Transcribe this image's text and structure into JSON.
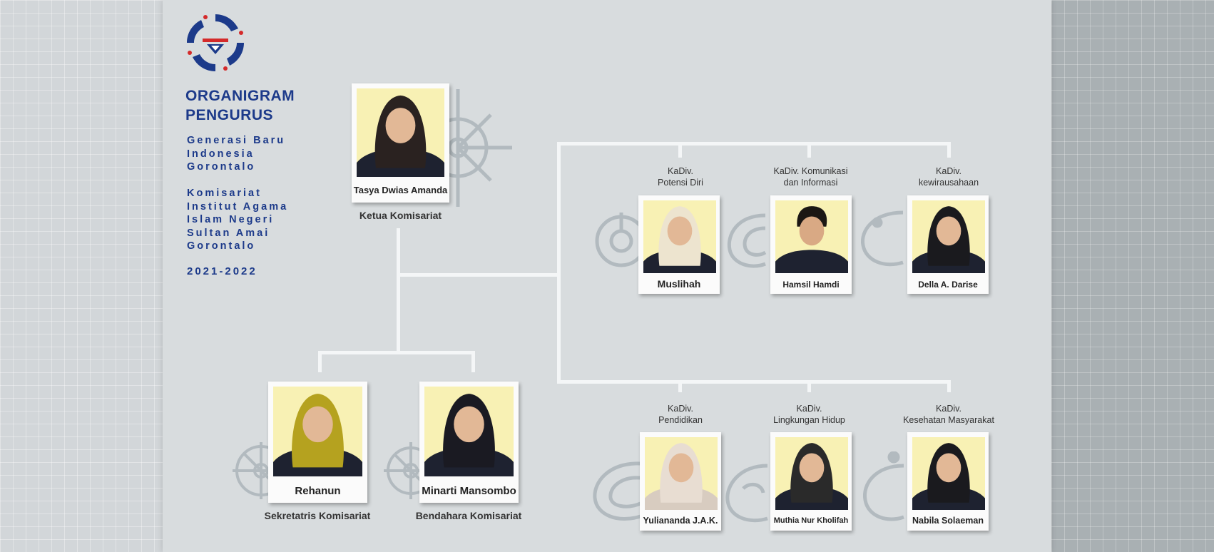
{
  "header": {
    "title_line1": "ORGANIGRAM",
    "title_line2": "PENGURUS",
    "org_line1": "Generasi Baru",
    "org_line2": "Indonesia",
    "org_line3": "Gorontalo",
    "branch_line1": "Komisariat",
    "branch_line2": "Institut Agama",
    "branch_line3": "Islam Negeri",
    "branch_line4": "Sultan Amai",
    "branch_line5": "Gorontalo",
    "period": "2021-2022"
  },
  "chair": {
    "name": "Tasya Dwias Amanda",
    "role": "Ketua Komisariat",
    "hijab_color": "#2a2220",
    "shirt_color": "#1e2230"
  },
  "secretary": {
    "name": "Rehanun",
    "role": "Sekretatris Komisariat",
    "hijab_color": "#b5a21f",
    "shirt_color": "#1e2230"
  },
  "treasurer": {
    "name": "Minarti Mansombo",
    "role": "Bendahara Komisariat",
    "hijab_color": "#1a1a22",
    "shirt_color": "#1e2230"
  },
  "divisions_top": [
    {
      "title_line1": "KaDiv.",
      "title_line2": "Potensi Diri",
      "name": "Muslihah",
      "hijab_color": "#ede4cf",
      "shirt_color": "#1e2230"
    },
    {
      "title_line1": "KaDiv.  Komunikasi",
      "title_line2": "dan Informasi",
      "name": "Hamsil Hamdi",
      "hijab_color": "#1b1714",
      "shirt_color": "#1e2230"
    },
    {
      "title_line1": "KaDiv.",
      "title_line2": "kewirausahaan",
      "name": "Della A. Darise",
      "hijab_color": "#1a1a1e",
      "shirt_color": "#1e2230"
    }
  ],
  "divisions_bottom": [
    {
      "title_line1": "KaDiv.",
      "title_line2": "Pendidikan",
      "name": "Yuliananda J.A.K.",
      "hijab_color": "#e8ddd2",
      "shirt_color": "#d8ccc0"
    },
    {
      "title_line1": "KaDiv.",
      "title_line2": "Lingkungan Hidup",
      "name": "Muthia Nur Kholifah",
      "hijab_color": "#2a2a2a",
      "shirt_color": "#1e2230"
    },
    {
      "title_line1": "KaDiv.",
      "title_line2": "Kesehatan Masyarakat",
      "name": "Nabila Solaeman",
      "hijab_color": "#1a1a1e",
      "shirt_color": "#1e2230"
    }
  ],
  "colors": {
    "brand": "#1c3a8a",
    "accent": "#d42a2a",
    "photo_bg": "#f8f1b4",
    "connector": "#f4f6f7"
  }
}
